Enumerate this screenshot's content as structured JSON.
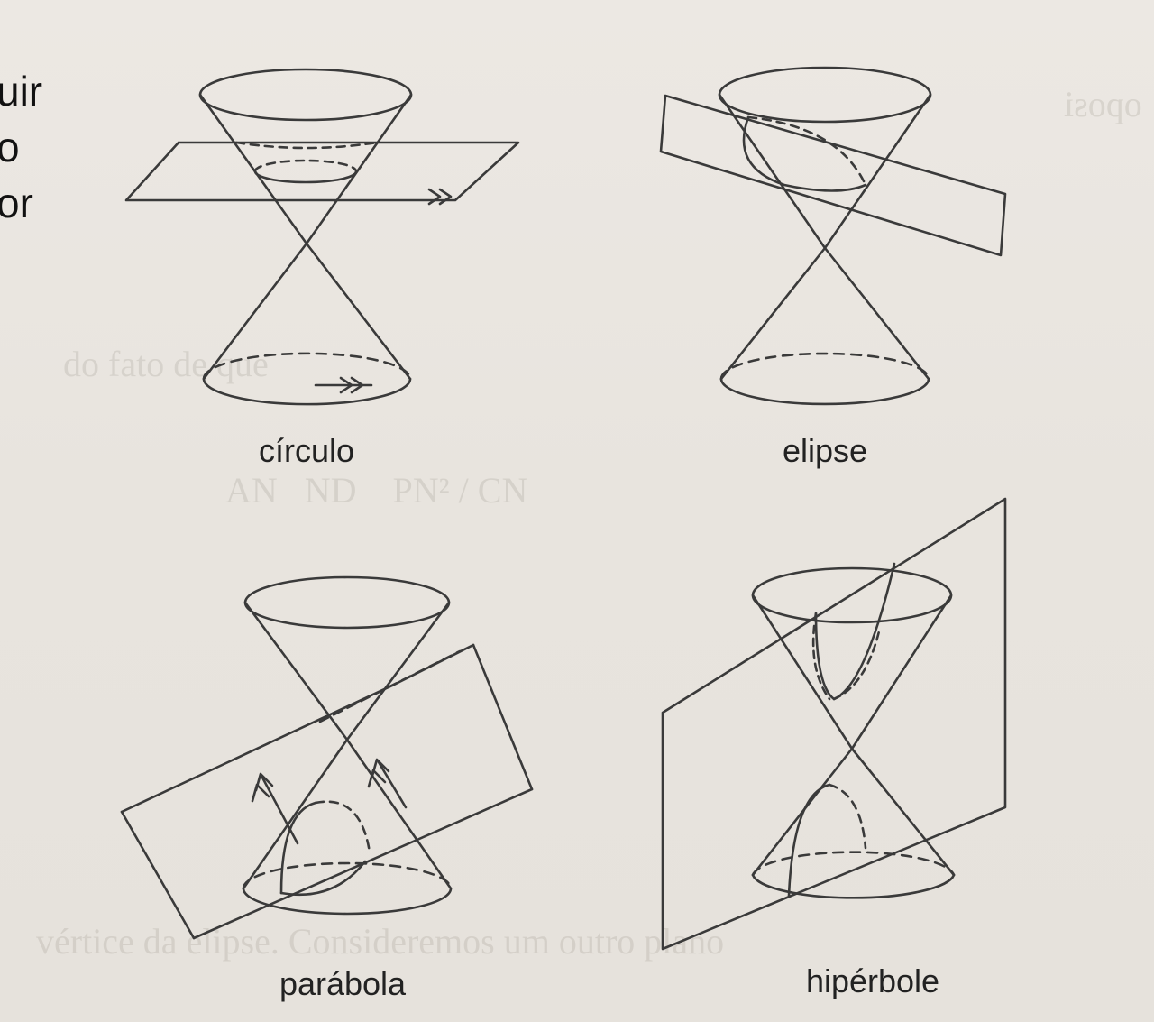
{
  "figure": {
    "labels": {
      "circle": "círculo",
      "ellipse": "elipse",
      "parabola": "parábola",
      "hyperbola": "hipérbole"
    }
  },
  "left_cut_text": {
    "lines": [
      "uir",
      "o",
      "or"
    ]
  },
  "colors": {
    "ink": "#3a3a3a",
    "paper": "#ebe7e2"
  }
}
